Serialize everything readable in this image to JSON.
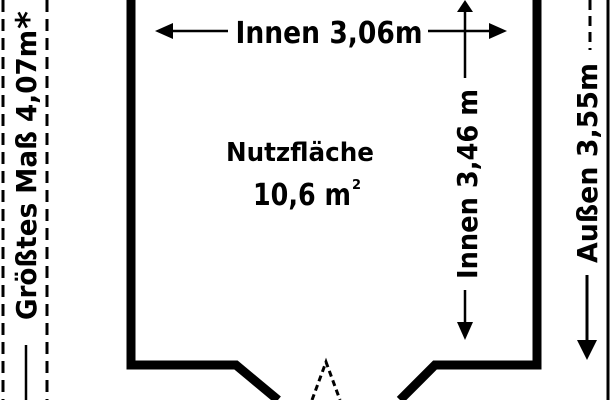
{
  "floorplan": {
    "inner_width_label": "Innen 3,06m",
    "inner_depth_label": "Innen 3,46 m",
    "outer_depth_label": "Außen 3,55m",
    "max_dimension_label": "Größtes Maß 4,07m",
    "max_dimension_marker": "*",
    "area_title": "Nutzfläche",
    "area_value": "10,6 m",
    "area_unit_sup": "2"
  },
  "colors": {
    "background": "#ffffff",
    "lines": "#000000"
  }
}
